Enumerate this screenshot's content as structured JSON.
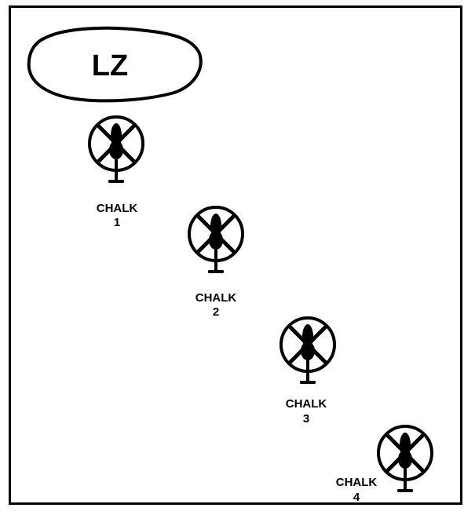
{
  "landing_zone": {
    "label": "LZ"
  },
  "chalks": [
    {
      "label": "CHALK",
      "number": "1"
    },
    {
      "label": "CHALK",
      "number": "2"
    },
    {
      "label": "CHALK",
      "number": "3"
    },
    {
      "label": "CHALK",
      "number": "4"
    }
  ],
  "colors": {
    "ink": "#000000",
    "background": "#ffffff"
  },
  "icons": {
    "helicopter": "helicopter-icon",
    "landing_zone": "landing-zone-outline"
  }
}
